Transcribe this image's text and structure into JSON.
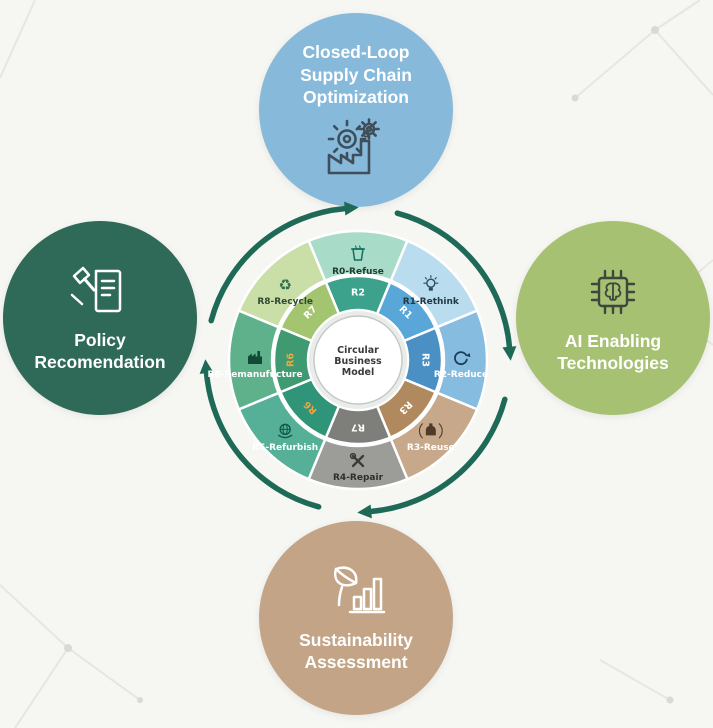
{
  "background_color": "#f6f6f3",
  "nodes": {
    "top": {
      "lines": [
        "Closed-Loop",
        "Supply Chain",
        "Optimization"
      ],
      "color": "#87b9da",
      "text_color": "#ffffff",
      "icon": "factory-gears-icon"
    },
    "right": {
      "lines": [
        "AI Enabling",
        "Technologies"
      ],
      "color": "#a7c173",
      "text_color": "#ffffff",
      "icon": "chip-brain-icon"
    },
    "bottom": {
      "lines": [
        "Sustainability",
        "Assessment"
      ],
      "color": "#c3a487",
      "text_color": "#ffffff",
      "icon": "leaf-chart-icon"
    },
    "left": {
      "lines": [
        "Policy",
        "Recomendation"
      ],
      "color": "#2f6a58",
      "text_color": "#ffffff",
      "icon": "gavel-document-icon"
    }
  },
  "wheel": {
    "center": {
      "lines": [
        "Circular",
        "Business",
        "Model"
      ],
      "fill": "#ffffff",
      "border_color": "#c2c9c5",
      "text_color": "#3a3a3a"
    },
    "arrows": {
      "color": "#1e6a56",
      "count": 4,
      "direction": "clockwise"
    },
    "segments": [
      {
        "id": "R0",
        "outer_label": "R0-Refuse",
        "inner_label": "R2",
        "outer_color": "#a8dcc8",
        "inner_color": "#3da28c",
        "label_color": "#1e3c34",
        "inner_label_color": "#ffffff",
        "icon": "cup-icon",
        "icon_color": "#0f6e5d"
      },
      {
        "id": "R1",
        "outer_label": "R1-Rethink",
        "inner_label": "R1",
        "outer_color": "#b9dcee",
        "inner_color": "#59a7d8",
        "label_color": "#223845",
        "inner_label_color": "#ffffff",
        "icon": "lightbulb-icon",
        "icon_color": "#2a4a5e"
      },
      {
        "id": "R2",
        "outer_label": "R2-Reduce",
        "inner_label": "R3",
        "outer_color": "#86bcdf",
        "inner_color": "#4a90c4",
        "label_color": "#ffffff",
        "inner_label_color": "#ffffff",
        "icon": "cycle-icon",
        "icon_color": "#1d3d57"
      },
      {
        "id": "R3",
        "outer_label": "R3-Reuse",
        "inner_label": "R3",
        "outer_color": "#c8a88b",
        "inner_color": "#b1895f",
        "label_color": "#ffffff",
        "inner_label_color": "#ffffff",
        "icon": "bottle-icon",
        "icon_color": "#503a28"
      },
      {
        "id": "R4",
        "outer_label": "R4-Repair",
        "inner_label": "R7",
        "outer_color": "#9c9d98",
        "inner_color": "#7e7f7a",
        "label_color": "#2e2e2c",
        "inner_label_color": "#ffffff",
        "icon": "tools-icon",
        "icon_color": "#3a3a38"
      },
      {
        "id": "R5",
        "outer_label": "R5-Refurbish",
        "inner_label": "R6",
        "outer_color": "#56b097",
        "inner_color": "#2f9478",
        "label_color": "#ffffff",
        "inner_label_color": "#f2a63b",
        "icon": "globe-icon",
        "icon_color": "#0f5a49"
      },
      {
        "id": "R6",
        "outer_label": "R6-Remanufucture",
        "inner_label": "R6",
        "outer_color": "#5fb18b",
        "inner_color": "#3f9a72",
        "label_color": "#ffffff",
        "inner_label_color": "#f2a63b",
        "icon": "factory-icon",
        "icon_color": "#124a36"
      },
      {
        "id": "R8",
        "outer_label": "R8-Recycle",
        "inner_label": "R7",
        "outer_color": "#cadfa7",
        "inner_color": "#a3c56f",
        "label_color": "#2f4a33",
        "inner_label_color": "#ffffff",
        "icon": "recycle-icon",
        "icon_color": "#2d7048"
      }
    ]
  }
}
